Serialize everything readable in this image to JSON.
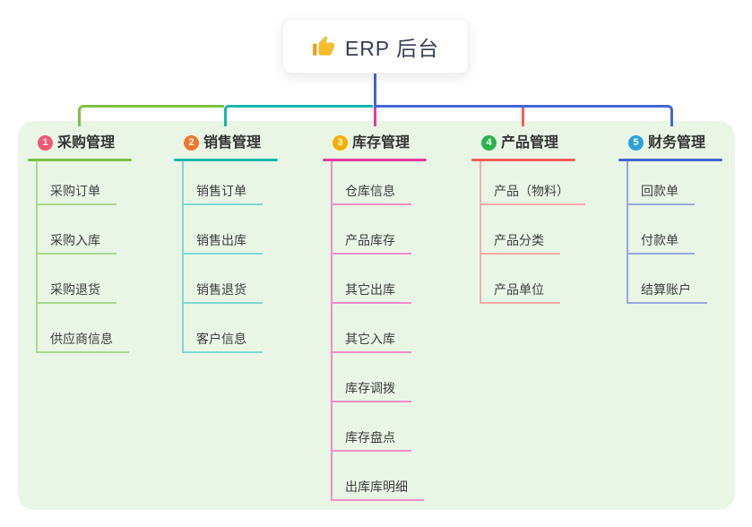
{
  "root": {
    "label": "ERP 后台",
    "icon": "thumbs-up-icon",
    "connector_color": "#4565d2"
  },
  "panel": {
    "background": "#e9f6e6"
  },
  "branches": [
    {
      "number": "1",
      "title": "采购管理",
      "badge_color": "#f4586e",
      "color": "#7dc142",
      "line_color": "#aad88d",
      "children": [
        "采购订单",
        "采购入库",
        "采购退货",
        "供应商信息"
      ]
    },
    {
      "number": "2",
      "title": "销售管理",
      "badge_color": "#f0762d",
      "color": "#13b6ac",
      "line_color": "#82d8d2",
      "children": [
        "销售订单",
        "销售出库",
        "销售退货",
        "客户信息"
      ]
    },
    {
      "number": "3",
      "title": "库存管理",
      "badge_color": "#f7ae00",
      "color": "#e23a9d",
      "line_color": "#f08fc6",
      "children": [
        "仓库信息",
        "产品库存",
        "其它出库",
        "其它入库",
        "库存调拨",
        "库存盘点",
        "出库库明细"
      ]
    },
    {
      "number": "4",
      "title": "产品管理",
      "badge_color": "#2ab44e",
      "color": "#f85a5a",
      "line_color": "#f9aaa4",
      "children": [
        "产品（物料）",
        "产品分类",
        "产品单位"
      ]
    },
    {
      "number": "5",
      "title": "财务管理",
      "badge_color": "#2ba1dd",
      "color": "#4565d2",
      "line_color": "#96a8da",
      "children": [
        "回款单",
        "付款单",
        "结算账户"
      ]
    }
  ]
}
